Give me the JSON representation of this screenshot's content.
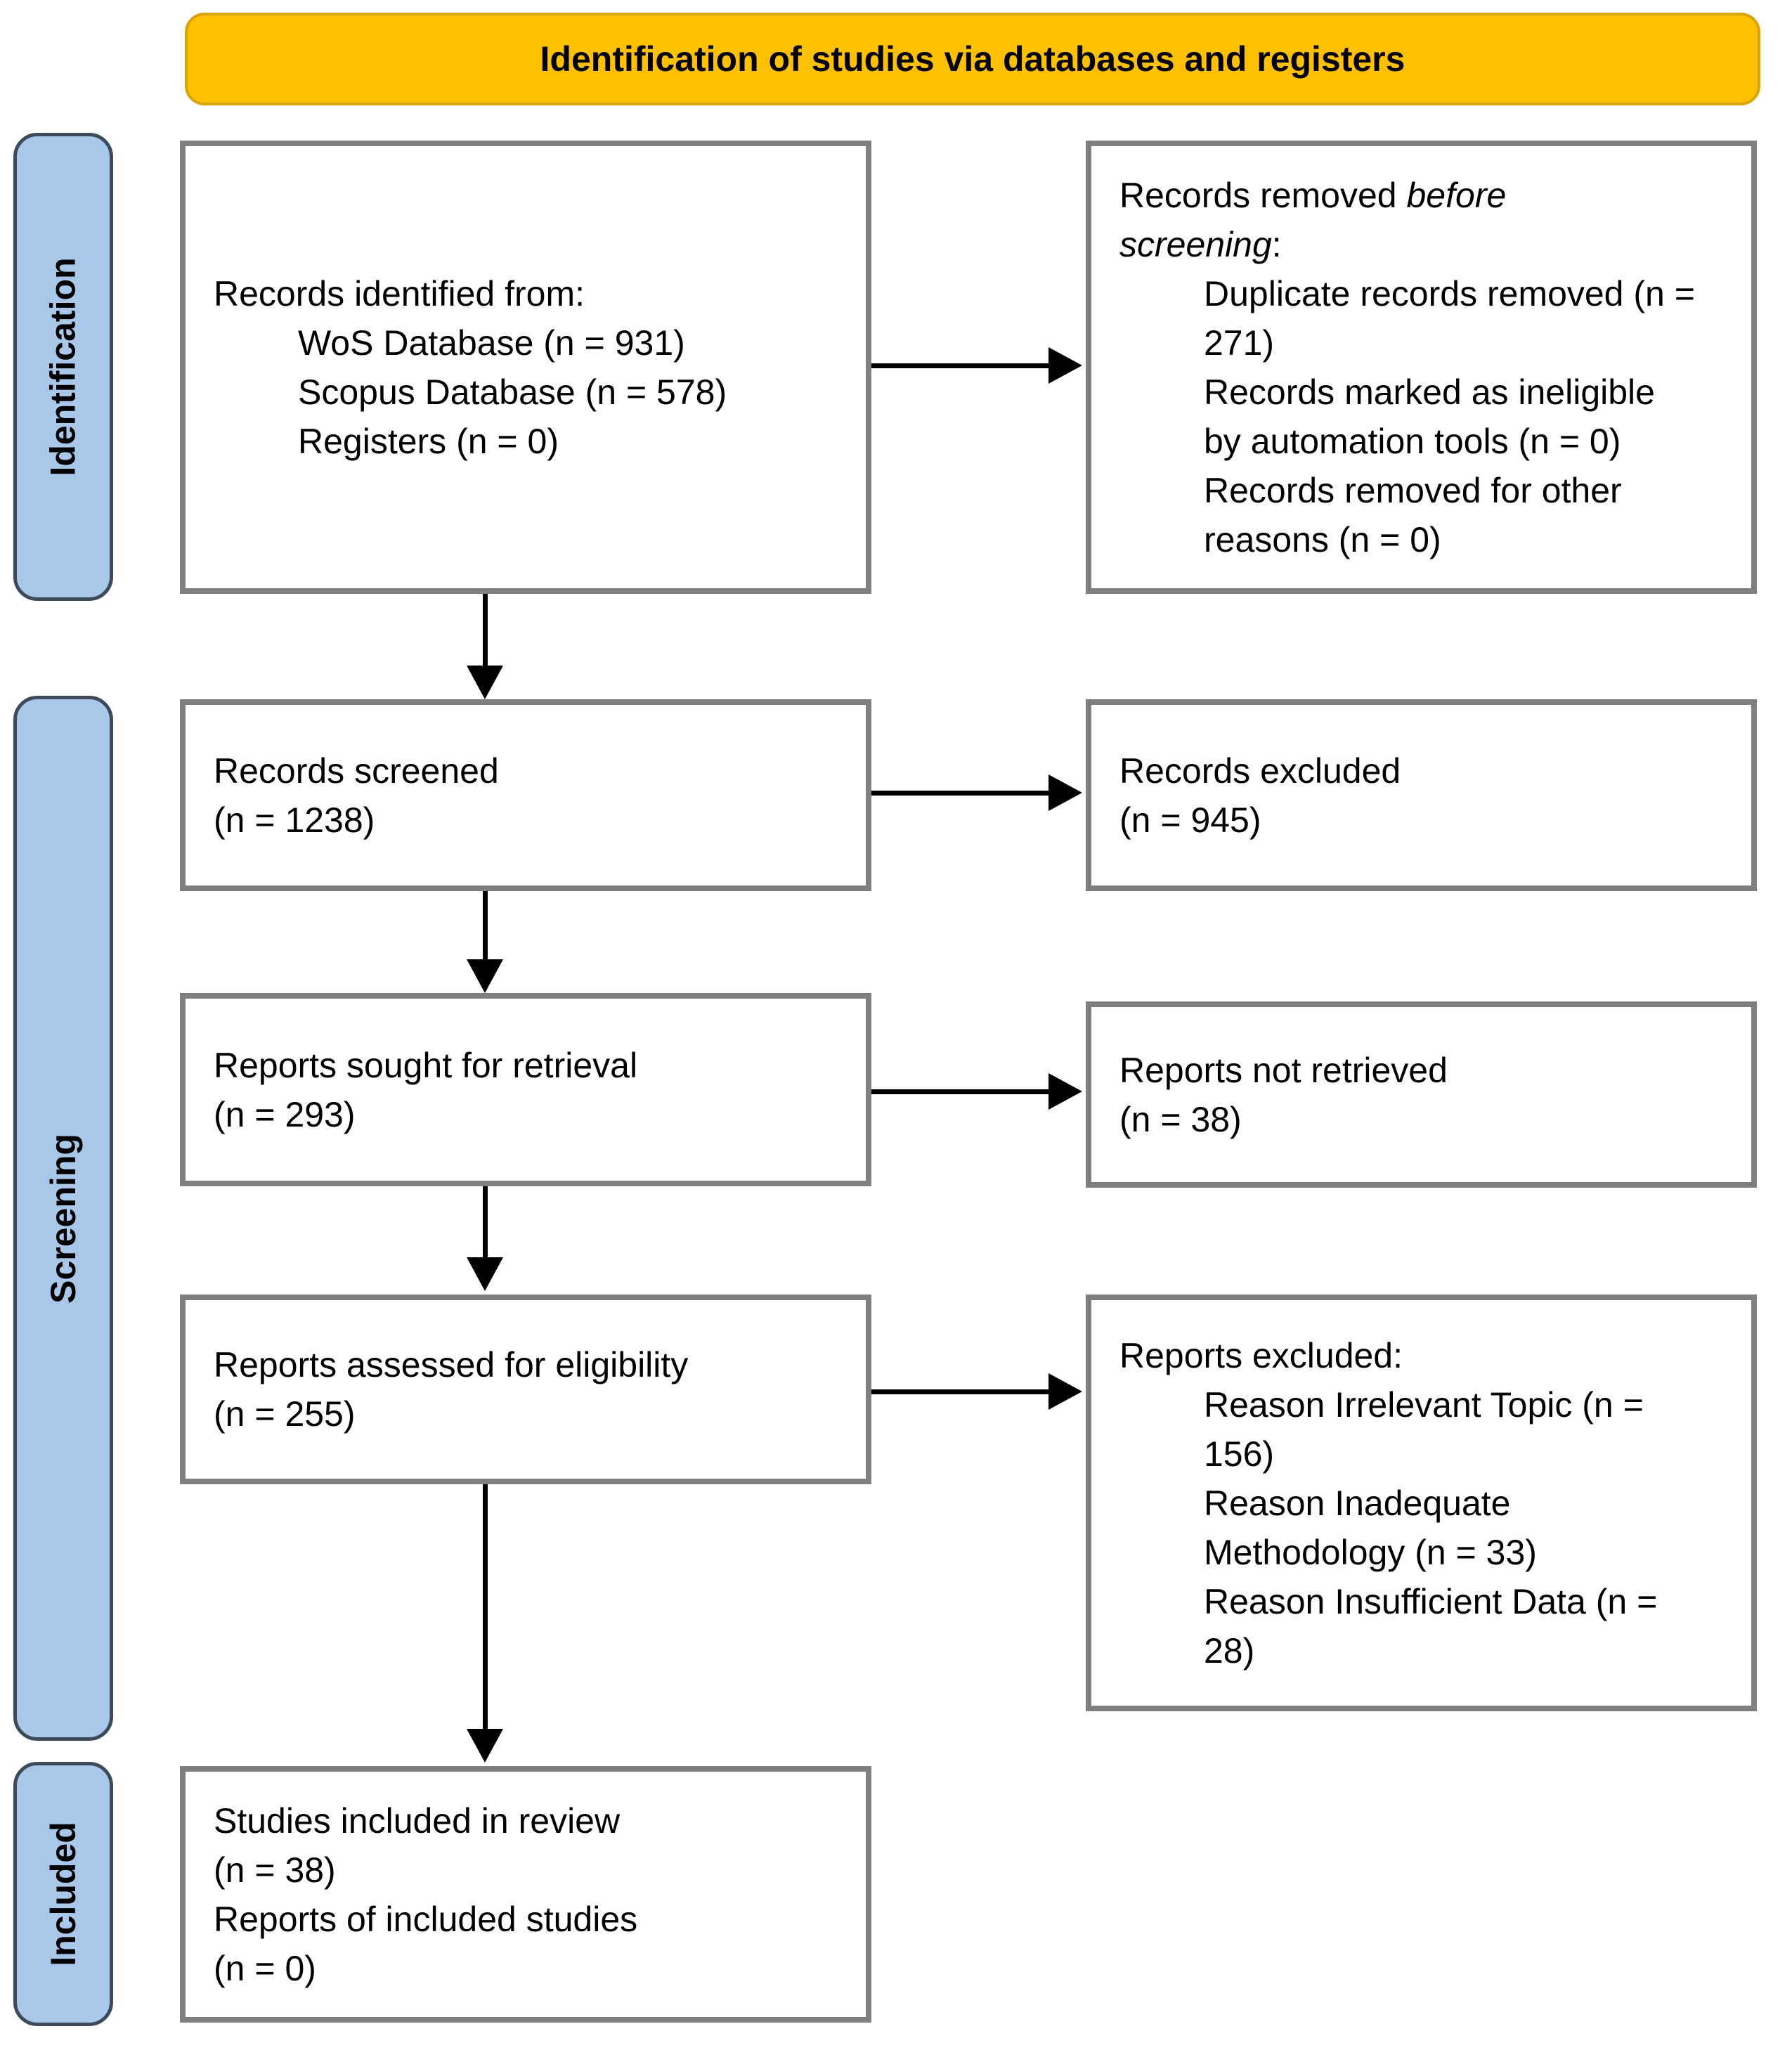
{
  "banner": {
    "title": "Identification of studies via databases and registers"
  },
  "sidebar": {
    "items": [
      {
        "label": "Identification"
      },
      {
        "label": "Screening"
      },
      {
        "label": "Included"
      }
    ]
  },
  "boxes": {
    "records_identified": {
      "title": "Records identified from:",
      "items": [
        "WoS Database (n = 931)",
        "Scopus Database (n = 578)",
        "Registers (n = 0)"
      ]
    },
    "records_removed": {
      "title_normal": "Records removed ",
      "title_italic": "before screening",
      "title_suffix": ":",
      "items": [
        "Duplicate records removed (n = 271)",
        "Records marked as ineligible by automation tools (n = 0)",
        "Records removed for other reasons (n = 0)"
      ]
    },
    "records_screened": {
      "lines": [
        "Records screened",
        "(n = 1238)"
      ]
    },
    "records_excluded": {
      "lines": [
        "Records excluded",
        "(n = 945)"
      ]
    },
    "reports_sought": {
      "lines": [
        "Reports sought for retrieval",
        "(n = 293)"
      ]
    },
    "reports_not_retrieved": {
      "lines": [
        "Reports not retrieved",
        "(n = 38)"
      ]
    },
    "reports_assessed": {
      "lines": [
        "Reports assessed for eligibility",
        "(n = 255)"
      ]
    },
    "reports_excluded": {
      "title": "Reports excluded:",
      "items": [
        "Reason Irrelevant Topic (n = 156)",
        "Reason Inadequate Methodology (n = 33)",
        "Reason Insufficient Data (n = 28)"
      ]
    },
    "studies_included": {
      "lines": [
        "Studies included in review",
        "(n = 38)",
        "Reports of included studies",
        "(n = 0)"
      ]
    }
  },
  "colors": {
    "banner_fill": "#FFC000",
    "banner_border": "#D9A300",
    "stage_fill": "#A9C7E9",
    "stage_border": "#3D4A59",
    "box_border": "#7F7F7F",
    "arrow": "#000000",
    "text": "#000000"
  }
}
